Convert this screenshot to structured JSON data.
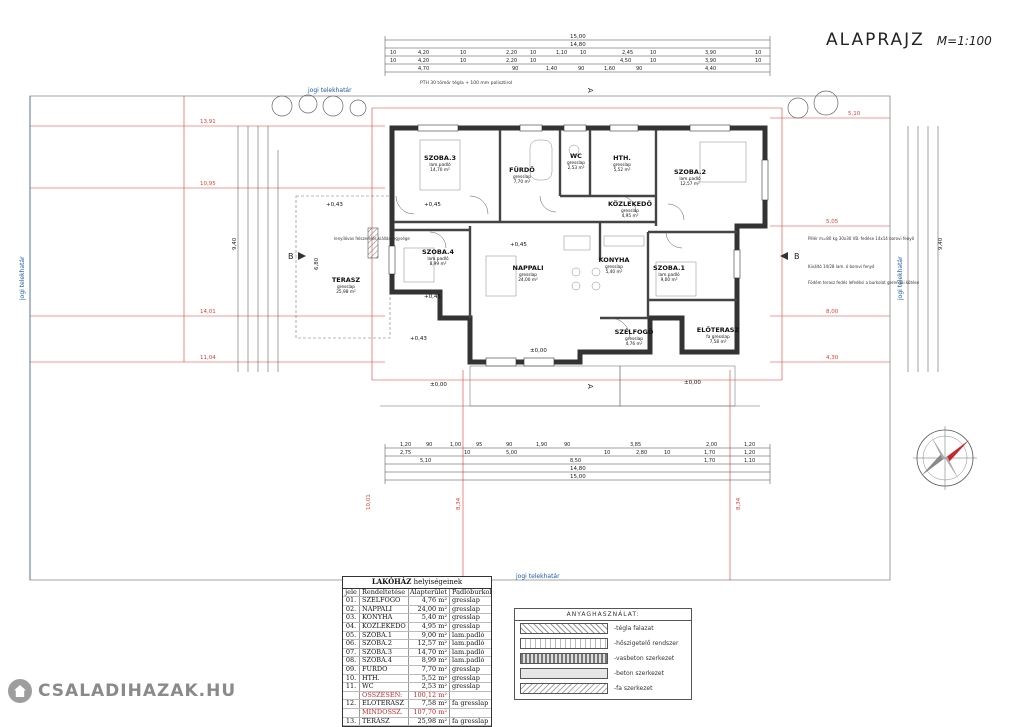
{
  "drawing": {
    "title": "ALAPRAJZ",
    "scale": "M=1:100",
    "boundary_label": "jogi telekhatár",
    "top_dims": {
      "row1": "15,00",
      "row2": "14,80",
      "row3": [
        "10",
        "4,20",
        "10",
        "2,20",
        "10",
        "1,10",
        "10",
        "2,45",
        "10",
        "3,90",
        "10"
      ],
      "row4": [
        "10",
        "4,20",
        "10",
        "2,20",
        "10",
        "4,50",
        "10",
        "3,90",
        "10"
      ],
      "row5": [
        "4,70",
        "90",
        "1,40",
        "90",
        "1,60",
        "90",
        "4,40"
      ]
    },
    "bottom_dims": {
      "row1": [
        "1,20",
        "90",
        "1,00",
        "95",
        "90",
        "1,90",
        "90",
        "3,85",
        "2,00",
        "1,20"
      ],
      "row2": [
        "2,75",
        "10",
        "5,00",
        "10",
        "2,80",
        "10",
        "1,70",
        "1,20"
      ],
      "row3": [
        "5,10",
        "8,50",
        "1,70",
        "1,10"
      ],
      "row4": "14,80",
      "row5": "15,00"
    },
    "side_dims_left": [
      "13,91",
      "10,95",
      "14,01",
      "11,04",
      "9,40",
      "6,80",
      "10,01",
      "8,34"
    ],
    "side_dims_right": [
      "5,10",
      "5,05",
      "8,00",
      "4,30",
      "9,40",
      "8,34"
    ],
    "rooms": [
      {
        "name": "SZOBA.3",
        "floor": "lam.padló",
        "area": "14,70 m²"
      },
      {
        "name": "FÜRDŐ",
        "floor": "gresslap",
        "area": "7,70 m²"
      },
      {
        "name": "WC",
        "floor": "gresslap",
        "area": "2,53 m²"
      },
      {
        "name": "HTH.",
        "floor": "gresslap",
        "area": "5,52 m²"
      },
      {
        "name": "SZOBA.2",
        "floor": "lam.padló",
        "area": "12,57 m²"
      },
      {
        "name": "KÖZLEKEDŐ",
        "floor": "gresslap",
        "area": "4,95 m²"
      },
      {
        "name": "SZOBA.4",
        "floor": "lam.padló",
        "area": "8,99 m²"
      },
      {
        "name": "NAPPALI",
        "floor": "gresslap",
        "area": "24,00 m²"
      },
      {
        "name": "KONYHA",
        "floor": "gresslap",
        "area": "5,40 m²"
      },
      {
        "name": "SZOBA.1",
        "floor": "lam.padló",
        "area": "9,00 m²"
      },
      {
        "name": "TERASZ",
        "floor": "gresslap",
        "area": "25,98 m²"
      },
      {
        "name": "SZÉLFOGÓ",
        "floor": "gresslap",
        "area": "4,76 m²"
      },
      {
        "name": "ELŐTERASZ",
        "floor": "fa gresslap",
        "area": "7,58 m²"
      }
    ],
    "levels": [
      "+0,43",
      "+0,45",
      "+0,45",
      "+0,43",
      "+0,45",
      "±0,00",
      "±0,00",
      "±0,00"
    ],
    "notes": {
      "wall": "PTH 30 tömör tégla + 100 mm polisztirol",
      "left_note": "lenyílóvas felszerelés kiállási egysége",
      "right_note1": "Pillér m=80 kg 30x30 VB. fedése 14x14 borovi fenyő",
      "right_note2": "Kiváltó 14/28 lam. ó borovi fenyő",
      "right_note3": "Födém terasz fedés lefedési a burkolat gerendái kötése"
    },
    "section_markers": [
      "B",
      "B",
      "A",
      "A"
    ]
  },
  "area_table": {
    "heading_bold": "LAKÓHÁZ",
    "heading_rest": " helyiségeinek",
    "columns": [
      "jele",
      "Rendeltetése",
      "Alapterület",
      "Padlóburkolat"
    ],
    "rows": [
      {
        "id": "01.",
        "name": "SZÉLFOGÓ",
        "area": "4,76 m²",
        "floor": "gresslap",
        "red": false
      },
      {
        "id": "02.",
        "name": "NAPPALI",
        "area": "24,00 m²",
        "floor": "gresslap",
        "red": false
      },
      {
        "id": "03.",
        "name": "KONYHA",
        "area": "5,40 m²",
        "floor": "gresslap",
        "red": false
      },
      {
        "id": "04.",
        "name": "KÖZLEKEDŐ",
        "area": "4,95 m²",
        "floor": "gresslap",
        "red": false
      },
      {
        "id": "05.",
        "name": "SZOBA.1",
        "area": "9,00 m²",
        "floor": "lam.padló",
        "red": false
      },
      {
        "id": "06.",
        "name": "SZOBA.2",
        "area": "12,57 m²",
        "floor": "lam.padló",
        "red": false
      },
      {
        "id": "07.",
        "name": "SZOBA.3",
        "area": "14,70 m²",
        "floor": "lam.padló",
        "red": false
      },
      {
        "id": "08.",
        "name": "SZOBA.4",
        "area": "8,99 m²",
        "floor": "lam.padló",
        "red": false
      },
      {
        "id": "09.",
        "name": "FÜRDŐ",
        "area": "7,70 m²",
        "floor": "gresslap",
        "red": false
      },
      {
        "id": "10.",
        "name": "HTH.",
        "area": "5,52 m²",
        "floor": "gresslap",
        "red": false
      },
      {
        "id": "11.",
        "name": "WC",
        "area": "2,53 m²",
        "floor": "gresslap",
        "red": false
      },
      {
        "id": "",
        "name": "ÖSSZESEN:",
        "area": "100,12 m²",
        "floor": "",
        "red": true
      },
      {
        "id": "12.",
        "name": "ELŐTERASZ",
        "area": "7,58 m²",
        "floor": "fa gresslap",
        "red": false
      },
      {
        "id": "",
        "name": "MINDÖSSZ.",
        "area": "107,70 m²",
        "floor": "",
        "red": true
      },
      {
        "id": "13.",
        "name": "TERASZ",
        "area": "25,98 m²",
        "floor": "fa gresslap",
        "red": false
      }
    ]
  },
  "materials": {
    "title": "ANYAGHASZNÁLAT:",
    "items": [
      "-tégla falazat",
      "-hőszigetelő rendszer",
      "-vasbeton szerkezet",
      "-beton szerkezet",
      "-fa szerkezet"
    ]
  },
  "watermark": {
    "text": "CSALADIHAZAK.HU"
  },
  "colors": {
    "red_lines": "#e53935",
    "walls": "#444444",
    "blue_text": "#1e5aa8"
  }
}
